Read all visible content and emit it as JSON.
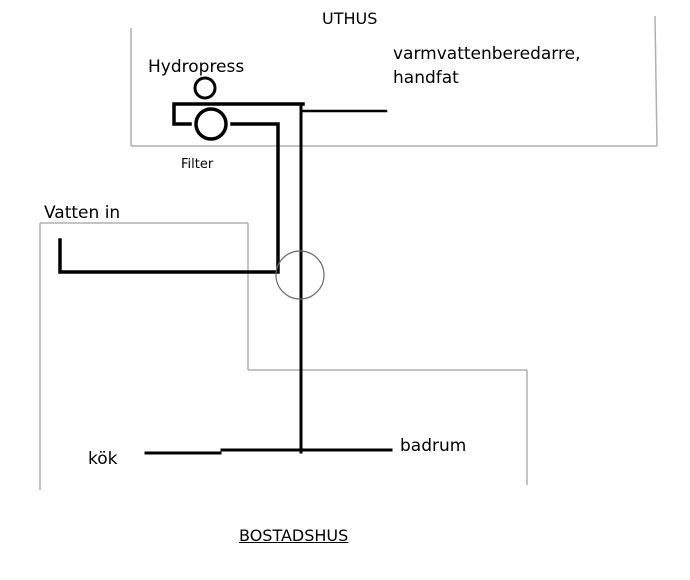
{
  "diagram": {
    "labels": {
      "outbuilding": "UTHUS",
      "pressure_tank": "Hydropress",
      "heater_sink_line1": "varmvattenberedarre,",
      "heater_sink_line2": "handfat",
      "filter": "Filter",
      "water_inlet": "Vatten in",
      "kitchen": "kök",
      "bathroom": "badrum",
      "house": "BOSTADSHUS"
    },
    "colors": {
      "pipe": "#000000",
      "wall": "#b0b0b0",
      "valve": "#6a6a6a"
    }
  }
}
